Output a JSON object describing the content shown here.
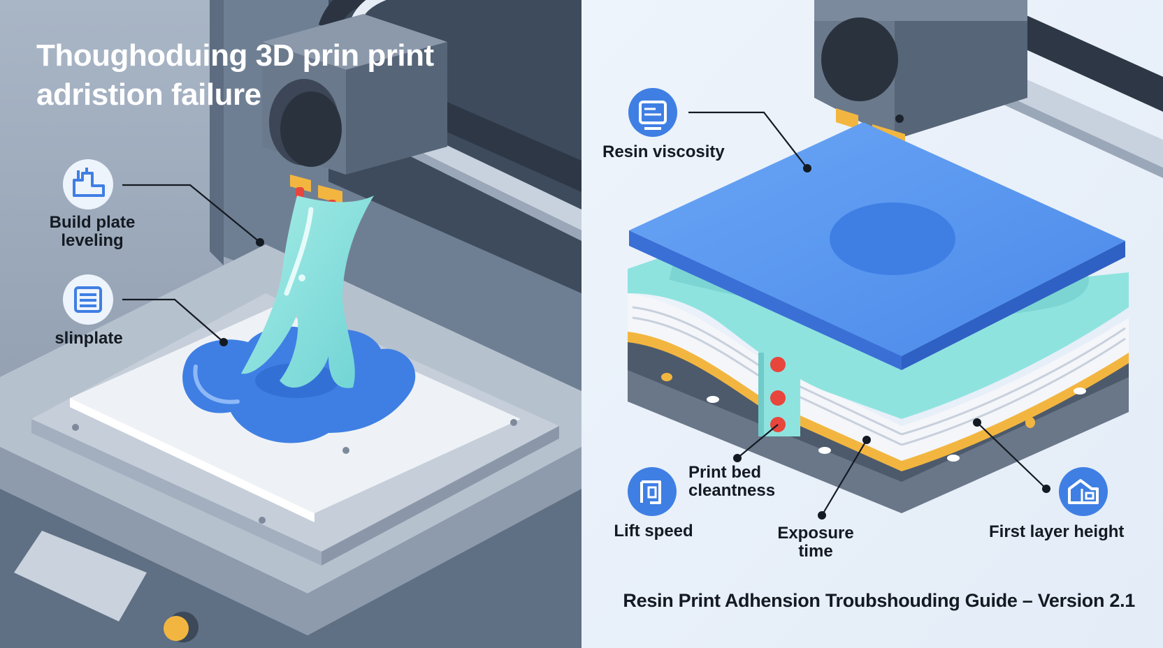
{
  "title": "Thoughoduing 3D prin print adristion failure",
  "footer": "Resin Print Adhension Troubshouding Guide – Version 2.1",
  "left_panel": {
    "callouts": [
      {
        "name": "build-plate-leveling",
        "icon": "build-plate-icon",
        "label_line1": "Build plate",
        "label_line2": "leveling"
      },
      {
        "name": "slinplate",
        "icon": "list-icon",
        "label_line1": "slinplate"
      }
    ]
  },
  "right_panel": {
    "callouts": [
      {
        "name": "resin-viscosity",
        "icon": "screen-icon",
        "label_line1": "Resin viscosity"
      },
      {
        "name": "print-bed-cleantness",
        "label_line1": "Print bed",
        "label_line2": "cleantness"
      },
      {
        "name": "lift-speed",
        "icon": "frame-icon",
        "label_line1": "Lift speed"
      },
      {
        "name": "exposure-time",
        "label_line1": "Exposure",
        "label_line2": "time"
      },
      {
        "name": "first-layer-height",
        "icon": "layers-icon",
        "label_line1": "First layer height"
      }
    ]
  },
  "colors": {
    "accent_blue": "#3f7fe4",
    "resin_cyan": "#8fe3df",
    "marker_red": "#e8453c",
    "nozzle_orange": "#f2b640",
    "metal_gray": "#5c6d82",
    "label_dark": "#141a22"
  }
}
